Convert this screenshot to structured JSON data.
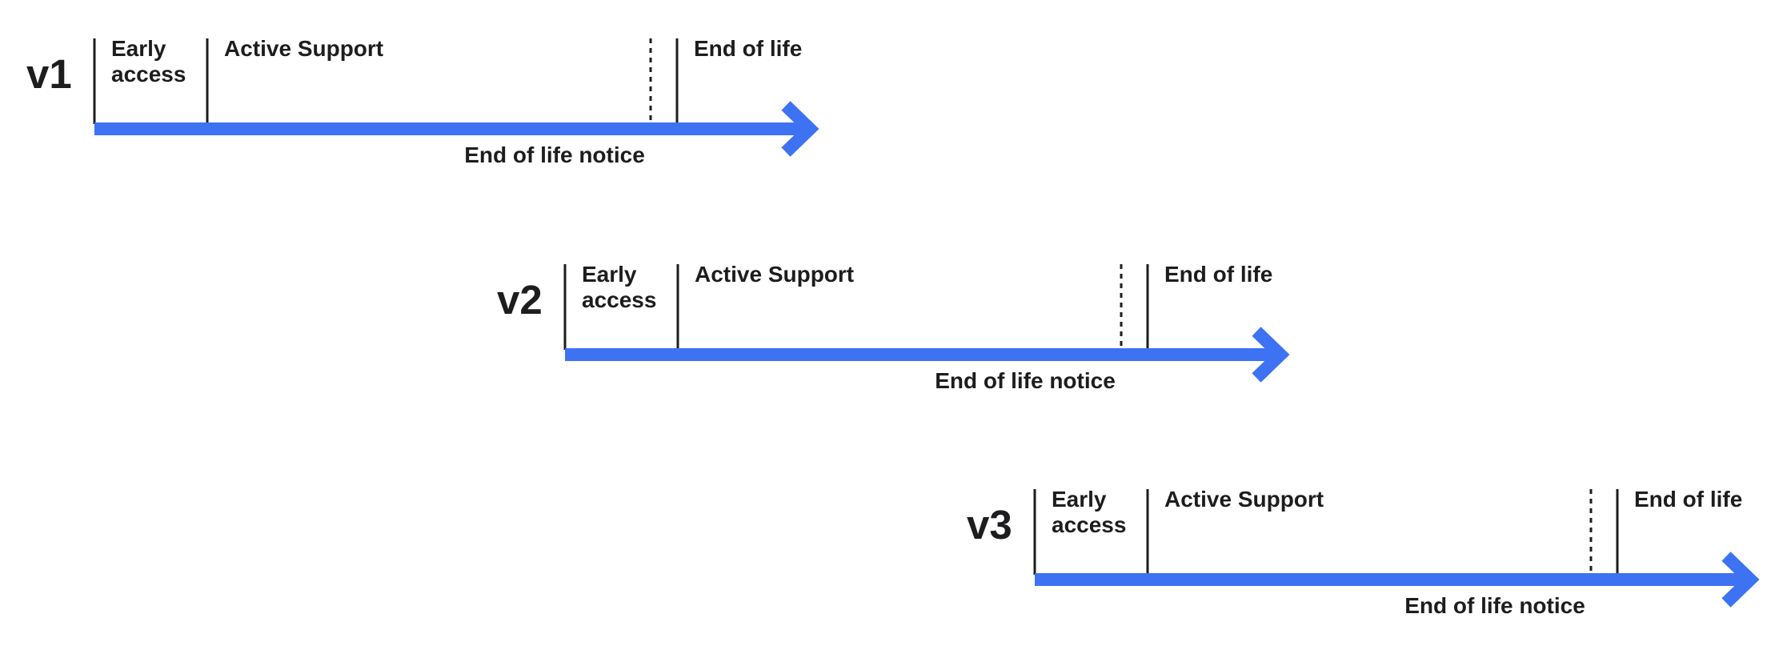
{
  "timelines": [
    {
      "version": "v1",
      "phases": {
        "early_access": [
          "Early",
          "access"
        ],
        "active_support": "Active Support",
        "end_of_life": "End of life"
      },
      "notice": "End of life notice"
    },
    {
      "version": "v2",
      "phases": {
        "early_access": [
          "Early",
          "access"
        ],
        "active_support": "Active Support",
        "end_of_life": "End of life"
      },
      "notice": "End of life notice"
    },
    {
      "version": "v3",
      "phases": {
        "early_access": [
          "Early",
          "access"
        ],
        "active_support": "Active Support",
        "end_of_life": "End of life"
      },
      "notice": "End of life notice"
    }
  ],
  "colors": {
    "arrow": "#3d73f2",
    "text": "#1d1d1f"
  }
}
